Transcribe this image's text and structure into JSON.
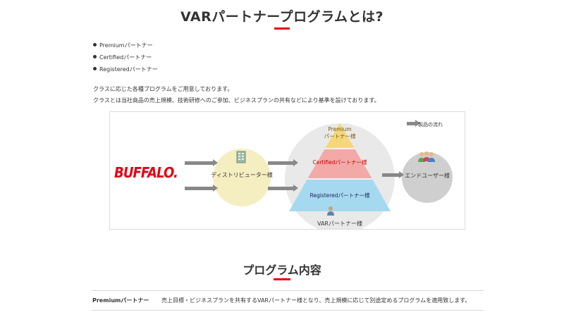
{
  "page_title": "VARパートナープログラムとは?",
  "accent_color": "#e60012",
  "tiers": [
    {
      "label": "Premiumパートナー"
    },
    {
      "label": "Certifiedパートナー"
    },
    {
      "label": "Registeredパートナー"
    }
  ],
  "description": {
    "line1": "クラスに応じた各種プログラムをご用意しております。",
    "line2": "クラスとは当社商品の売上規模、技術研修へのご参加、ビジネスプランの共有などにより基準を設けております。"
  },
  "diagram": {
    "logo_text": "BUFFALO.",
    "distributor_label": "ディストリビューター様",
    "end_user_label": "エンドユーザー様",
    "var_label": "VARパートナー様",
    "legend_label": "製品の流れ",
    "pyramid": {
      "premium_line1": "Premium",
      "premium_line2": "パートナー様",
      "certified": "Certifiedパートナー様",
      "registered": "Registeredパートナー様"
    },
    "icons": [
      "building-icon",
      "person-icon",
      "people-group-icon"
    ]
  },
  "program_section": {
    "title": "プログラム内容",
    "rows": [
      {
        "name": "Premiumパートナー",
        "desc": "売上目標・ビジネスプランを共有するVARパートナー様となり、売上規模に応じて別途定めるプログラムを適用致します。"
      }
    ]
  }
}
